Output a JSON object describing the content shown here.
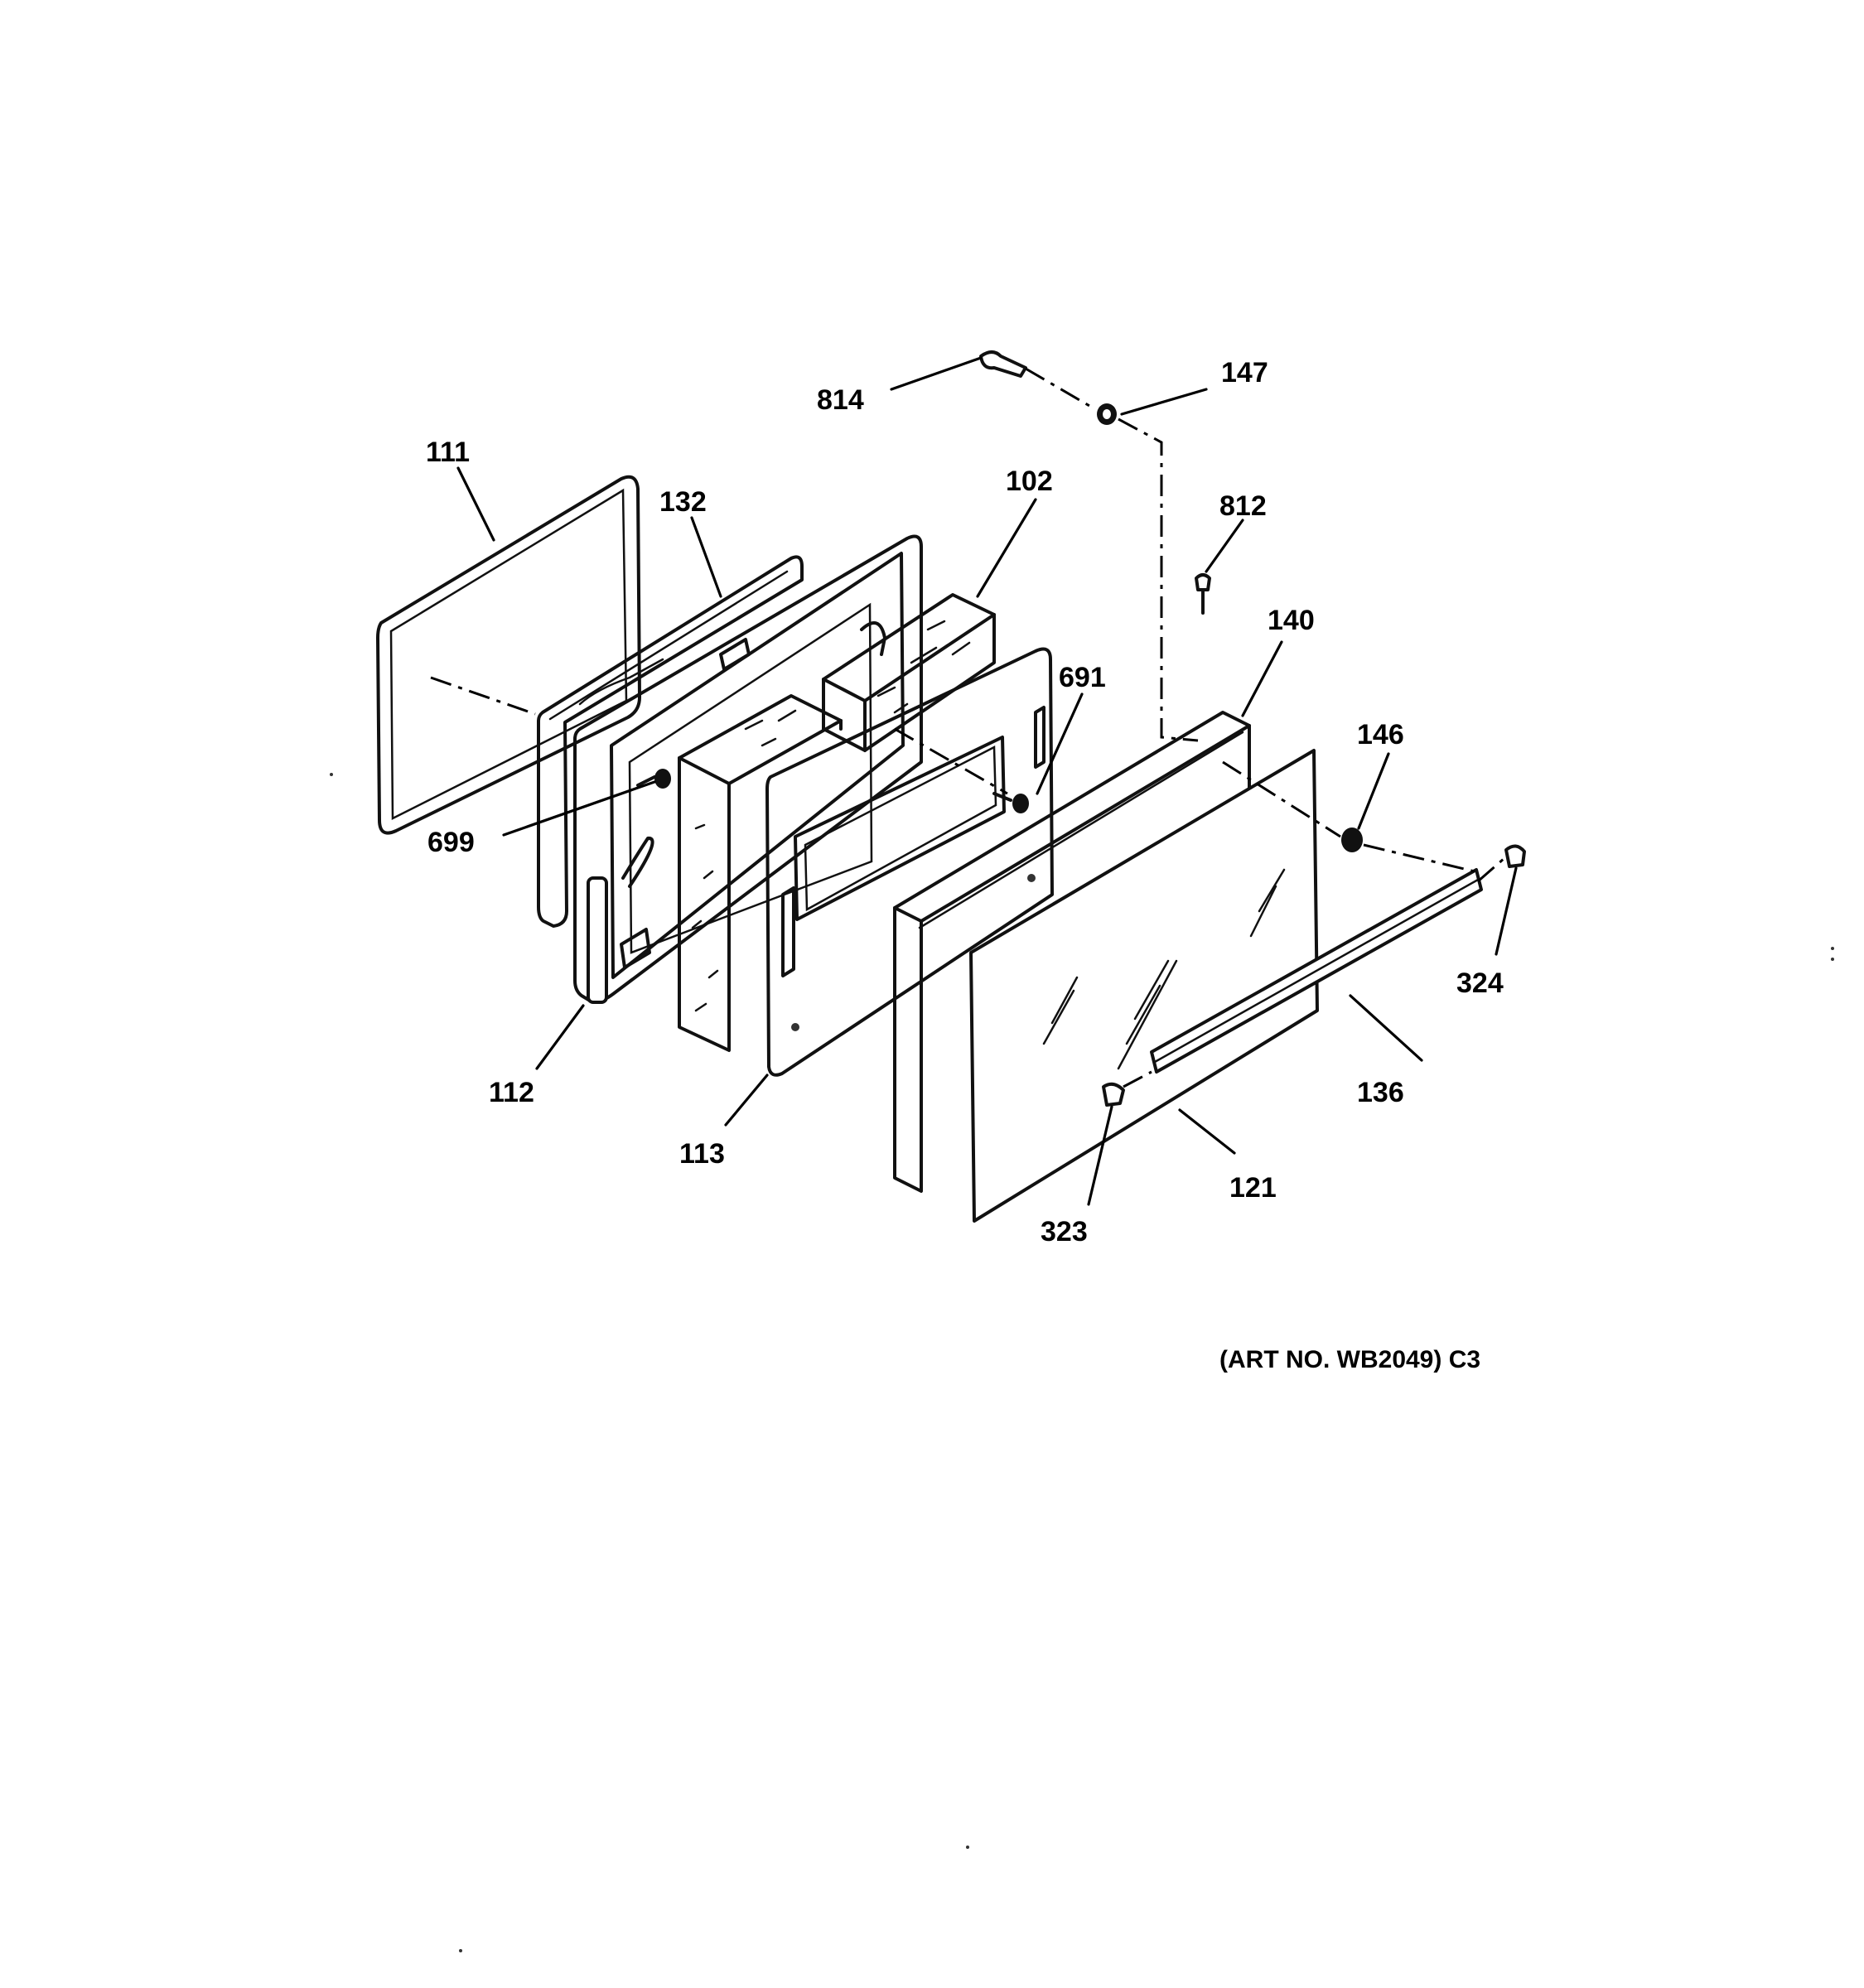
{
  "callouts": [
    {
      "id": "111",
      "text": "111"
    },
    {
      "id": "132",
      "text": "132"
    },
    {
      "id": "102",
      "text": "102"
    },
    {
      "id": "814",
      "text": "814"
    },
    {
      "id": "147",
      "text": "147"
    },
    {
      "id": "812",
      "text": "812"
    },
    {
      "id": "140",
      "text": "140"
    },
    {
      "id": "691",
      "text": "691"
    },
    {
      "id": "146",
      "text": "146"
    },
    {
      "id": "699",
      "text": "699"
    },
    {
      "id": "324",
      "text": "324"
    },
    {
      "id": "112",
      "text": "112"
    },
    {
      "id": "136",
      "text": "136"
    },
    {
      "id": "113",
      "text": "113"
    },
    {
      "id": "121",
      "text": "121"
    },
    {
      "id": "323",
      "text": "323"
    }
  ],
  "caption": "(ART NO. WB2049) C3"
}
